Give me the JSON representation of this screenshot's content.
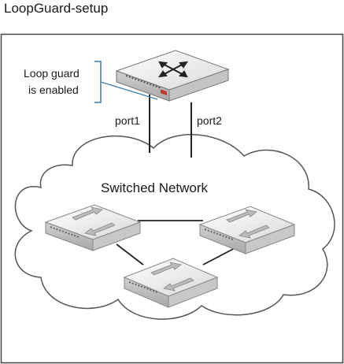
{
  "title": "LoopGuard-setup",
  "annotation": {
    "line1": "Loop guard",
    "line2": "is enabled"
  },
  "ports": {
    "left": "port1",
    "right": "port2"
  },
  "network_label": "Switched Network",
  "colors": {
    "frame": "#444444",
    "cloud_stroke": "#555555",
    "bracket": "#3c7fb1",
    "device_body": "#e8e8e8",
    "port_accent": "#c0392b"
  },
  "icons": {
    "core_switch": "router-icon",
    "network_switch": "switch-icon"
  }
}
